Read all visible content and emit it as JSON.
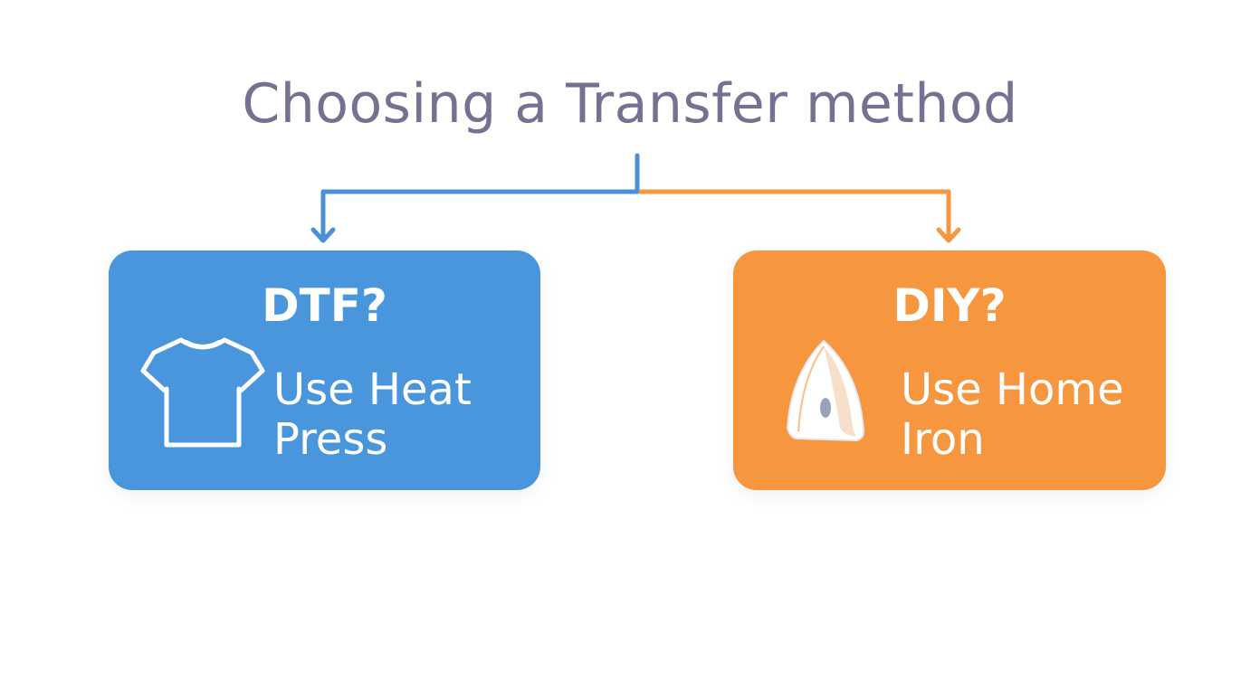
{
  "title": "Choosing a Transfer method",
  "colors": {
    "title": "#747291",
    "blue": "#4a96dc",
    "orange": "#f6963e"
  },
  "cards": [
    {
      "heading": "DTF?",
      "line1": "Use Heat",
      "line2": "Press",
      "icon": "t-shirt-icon"
    },
    {
      "heading": "DIY?",
      "line1": "Use Home",
      "line2": "Iron",
      "icon": "clothes-iron-icon"
    }
  ]
}
